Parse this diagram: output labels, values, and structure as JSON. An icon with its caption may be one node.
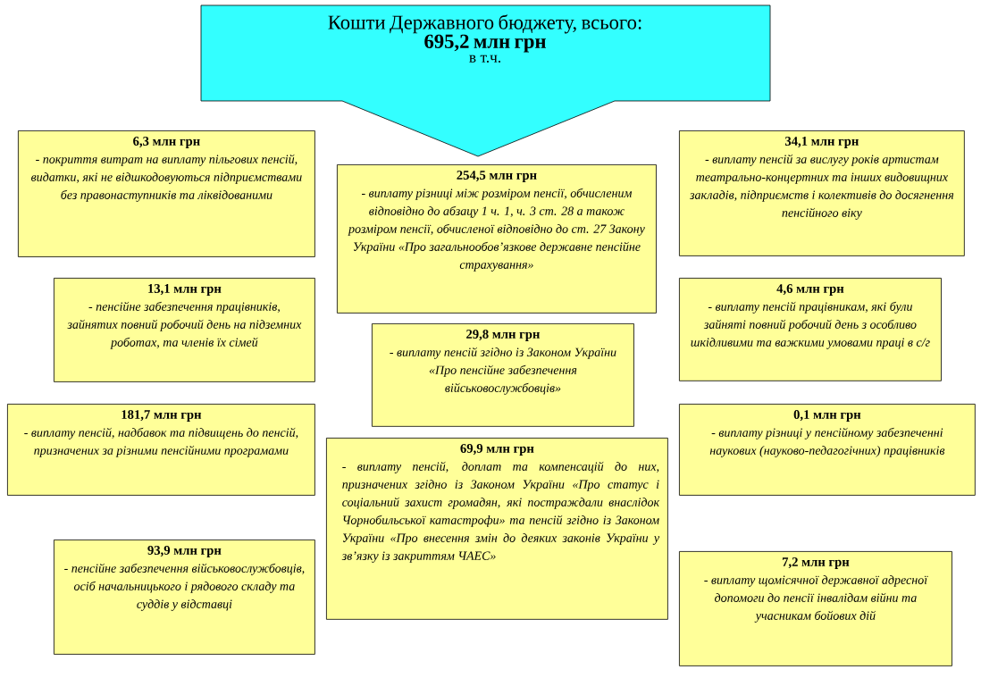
{
  "diagram": {
    "nodes": [
      {
        "text": [
          "Кошти Державного бюджету,  всього:",
          "695,2 млн грн",
          "в т.ч."
        ]
      },
      {
        "text": [
          "6,3 млн грн",
          "- покриття витрат на виплату пільгових пенсій, видатки, які не відшкодовуються підприємствами без правонаступників та ліквідованими"
        ]
      },
      {
        "text": [
          "13,1 млн грн",
          "- пенсійне забезпечення працівників, зайнятих повний робочий день на підземних роботах, та членів їх сімей"
        ]
      },
      {
        "text": [
          "181,7 млн грн",
          "- виплату пенсій, надбавок та підвищень до пенсій, призначених за різними пенсійними програмами"
        ]
      },
      {
        "text": [
          "93,9 млн грн",
          "- пенсійне забезпечення військовослужбовців, осіб начальницького і рядового складу та суддів у відставці"
        ]
      },
      {
        "text": [
          "254,5 млн грн",
          "- виплату різниці між розміром пенсії, обчисленим відповідно до  абзацу 1 ч. 1, ч. 3 ст. 28 а також розміром пенсії, обчисленої відповідно до ст. 27 Закону України «Про загальнообов’язкове державне пенсійне страхування»"
        ]
      },
      {
        "text": [
          "29,8 млн грн",
          "- виплату пенсій згідно із Законом України «Про пенсійне забезпечення військовослужбовців»"
        ]
      },
      {
        "text": [
          "69,9 млн грн",
          "- виплату пенсій, доплат та компенсацій до них, призначених згідно із Законом України «Про статус і соціальний захист громадян, які постраждали внаслідок Чорнобильської катастрофи» та пенсій згідно із Законом України «Про внесення змін до деяких законів України у зв’язку із закриттям ЧАЕС»"
        ]
      },
      {
        "text": [
          "34,1 млн грн",
          "- виплату пенсій за вислугу років артистам театрально-концертних та інших видовищних закладів, підприємств і колективів до досягнення пенсійного віку"
        ]
      },
      {
        "text": [
          "4,6 млн грн",
          "- виплату пенсій працівникам, які були зайняті повний робочий день з особливо шкідливими та важкими умовами праці в с/г"
        ]
      },
      {
        "text": [
          "0,1 млн грн",
          "- виплату різниці у пенсійному забезпеченні наукових (науково-педагогічних) працівників"
        ]
      },
      {
        "text": [
          "7,2 млн грн",
          "- виплату щомісячної державної адресної допомоги до пенсії інвалідам війни та учасникам бойових дій"
        ]
      }
    ]
  }
}
